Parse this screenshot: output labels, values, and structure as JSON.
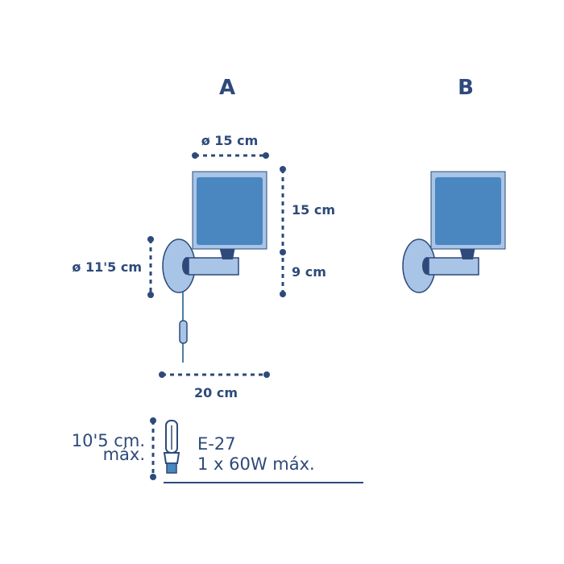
{
  "variants": {
    "a": "A",
    "b": "B"
  },
  "dimensions": {
    "shade_diameter": "ø 15 cm",
    "shade_height": "15 cm",
    "arm_height": "9 cm",
    "backplate_diameter": "ø 11'5 cm",
    "depth": "20 cm"
  },
  "bulb": {
    "max_length_line1": "10'5 cm.",
    "max_length_line2": "máx.",
    "socket": "E-27",
    "power": "1 x 60W máx."
  },
  "colors": {
    "navy": "#2d4a7a",
    "shade": "#4a86c0",
    "light": "#a8c4e6"
  }
}
